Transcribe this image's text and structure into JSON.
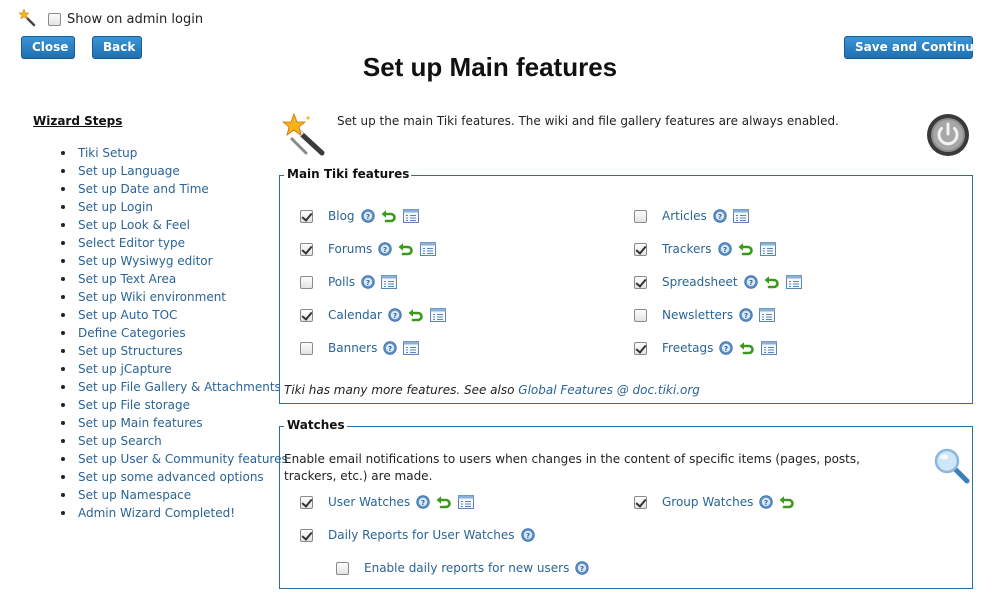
{
  "top": {
    "show_on_admin_login_label": "Show on admin login",
    "show_on_admin_login_checked": false,
    "close_label": "Close",
    "back_label": "Back",
    "save_continue_label": "Save and Continue"
  },
  "page_title": "Set up Main features",
  "sidebar": {
    "heading": "Wizard Steps",
    "items": [
      {
        "label": "Tiki Setup",
        "state": "normal"
      },
      {
        "label": "Set up Language",
        "state": "normal"
      },
      {
        "label": "Set up Date and Time",
        "state": "normal"
      },
      {
        "label": "Set up Login",
        "state": "normal"
      },
      {
        "label": "Set up Look & Feel",
        "state": "normal"
      },
      {
        "label": "Select Editor type",
        "state": "normal"
      },
      {
        "label": "Set up Wysiwyg editor",
        "state": "normal"
      },
      {
        "label": "Set up Text Area",
        "state": "normal"
      },
      {
        "label": "Set up Wiki environment",
        "state": "normal"
      },
      {
        "label": "Set up Auto TOC",
        "state": "normal"
      },
      {
        "label": "Define Categories",
        "state": "normal"
      },
      {
        "label": "Set up Structures",
        "state": "normal"
      },
      {
        "label": "Set up jCapture",
        "state": "normal"
      },
      {
        "label": "Set up File Gallery & Attachments",
        "state": "normal"
      },
      {
        "label": "Set up File storage",
        "state": "normal"
      },
      {
        "label": "Set up Main features",
        "state": "active"
      },
      {
        "label": "Set up Search",
        "state": "normal"
      },
      {
        "label": "Set up User & Community features",
        "state": "normal"
      },
      {
        "label": "Set up some advanced options",
        "state": "normal"
      },
      {
        "label": "Set up Namespace",
        "state": "disabled"
      },
      {
        "label": "Admin Wizard Completed!",
        "state": "normal"
      }
    ]
  },
  "intro_text": "Set up the main Tiki features. The wiki and file gallery features are always enabled.",
  "main_features": {
    "legend": "Main Tiki features",
    "left": [
      {
        "label": "Blog",
        "checked": true,
        "icons": [
          "help-icon",
          "undo-icon",
          "admin-panel-icon"
        ]
      },
      {
        "label": "Forums",
        "checked": true,
        "icons": [
          "help-icon",
          "undo-icon",
          "admin-panel-icon"
        ]
      },
      {
        "label": "Polls",
        "checked": false,
        "icons": [
          "help-icon",
          "admin-panel-icon"
        ]
      },
      {
        "label": "Calendar",
        "checked": true,
        "icons": [
          "help-icon",
          "undo-icon",
          "admin-panel-icon"
        ]
      },
      {
        "label": "Banners",
        "checked": false,
        "icons": [
          "help-icon",
          "admin-panel-icon"
        ]
      }
    ],
    "right": [
      {
        "label": "Articles",
        "checked": false,
        "icons": [
          "help-icon",
          "admin-panel-icon"
        ]
      },
      {
        "label": "Trackers",
        "checked": true,
        "icons": [
          "help-icon",
          "undo-icon",
          "admin-panel-icon"
        ]
      },
      {
        "label": "Spreadsheet",
        "checked": true,
        "icons": [
          "help-icon",
          "undo-icon",
          "admin-panel-icon"
        ]
      },
      {
        "label": "Newsletters",
        "checked": false,
        "icons": [
          "help-icon",
          "admin-panel-icon"
        ]
      },
      {
        "label": "Freetags",
        "checked": true,
        "icons": [
          "help-icon",
          "undo-icon",
          "admin-panel-icon"
        ]
      }
    ],
    "note_prefix": "Tiki has many more features. See also ",
    "note_link": "Global Features @ doc.tiki.org"
  },
  "watches": {
    "legend": "Watches",
    "description": "Enable email notifications to users when changes in the content of specific items (pages, posts, trackers, etc.) are made.",
    "user_watches": {
      "label": "User Watches",
      "checked": true,
      "icons": [
        "help-icon",
        "undo-icon",
        "admin-panel-icon"
      ]
    },
    "group_watches": {
      "label": "Group Watches",
      "checked": true,
      "icons": [
        "help-icon",
        "undo-icon"
      ]
    },
    "daily_reports": {
      "label": "Daily Reports for User Watches",
      "checked": true,
      "icons": [
        "help-icon"
      ]
    },
    "daily_reports_new_users": {
      "label": "Enable daily reports for new users",
      "checked": false,
      "icons": [
        "help-icon"
      ]
    }
  },
  "colors": {
    "accent": "#1f6fb0",
    "link": "#2a6496",
    "active_step_bg": "#e9c7d6",
    "fieldset_border": "#2a6fa3"
  }
}
